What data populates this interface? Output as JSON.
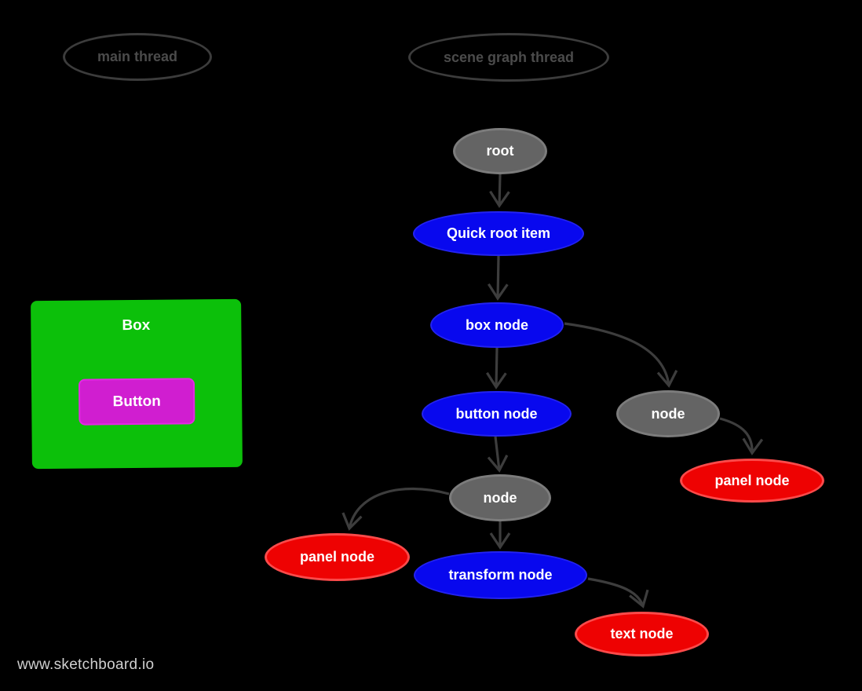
{
  "watermark": "www.sketchboard.io",
  "threads": {
    "main": {
      "label": "main thread"
    },
    "scene": {
      "label": "scene graph thread"
    }
  },
  "ui_mock": {
    "box_label": "Box",
    "button_label": "Button"
  },
  "nodes": {
    "root": {
      "label": "root",
      "kind": "gray"
    },
    "quick_root_item": {
      "label": "Quick root item",
      "kind": "blue"
    },
    "box_node": {
      "label": "box node",
      "kind": "blue"
    },
    "button_node": {
      "label": "button node",
      "kind": "blue"
    },
    "node_right": {
      "label": "node",
      "kind": "gray"
    },
    "panel_node_right": {
      "label": "panel node",
      "kind": "red"
    },
    "node_left": {
      "label": "node",
      "kind": "gray"
    },
    "panel_node_left": {
      "label": "panel node",
      "kind": "red"
    },
    "transform_node": {
      "label": "transform node",
      "kind": "blue"
    },
    "text_node": {
      "label": "text node",
      "kind": "red"
    }
  },
  "edges": [
    {
      "from": "root",
      "to": "quick_root_item"
    },
    {
      "from": "quick_root_item",
      "to": "box_node"
    },
    {
      "from": "box_node",
      "to": "button_node"
    },
    {
      "from": "box_node",
      "to": "node_right"
    },
    {
      "from": "node_right",
      "to": "panel_node_right"
    },
    {
      "from": "button_node",
      "to": "node_left"
    },
    {
      "from": "node_left",
      "to": "panel_node_left"
    },
    {
      "from": "node_left",
      "to": "transform_node"
    },
    {
      "from": "transform_node",
      "to": "text_node"
    }
  ],
  "colors": {
    "background": "#000000",
    "node_text": "#ffffff",
    "node_blue": "#0808ee",
    "node_blue_border": "#2323f0",
    "node_gray": "#646464",
    "node_gray_border": "#7c7c7c",
    "node_red": "#ee0202",
    "node_red_border": "#fb4a4a",
    "box_green": "#0cc00a",
    "button_magenta": "#d01ed0",
    "button_magenta_border": "#e32ae3",
    "edge": "#3d3d3d",
    "thread_outline": "#3c3c3c",
    "thread_text": "#4b4b4b",
    "watermark": "#d0d0d0"
  }
}
